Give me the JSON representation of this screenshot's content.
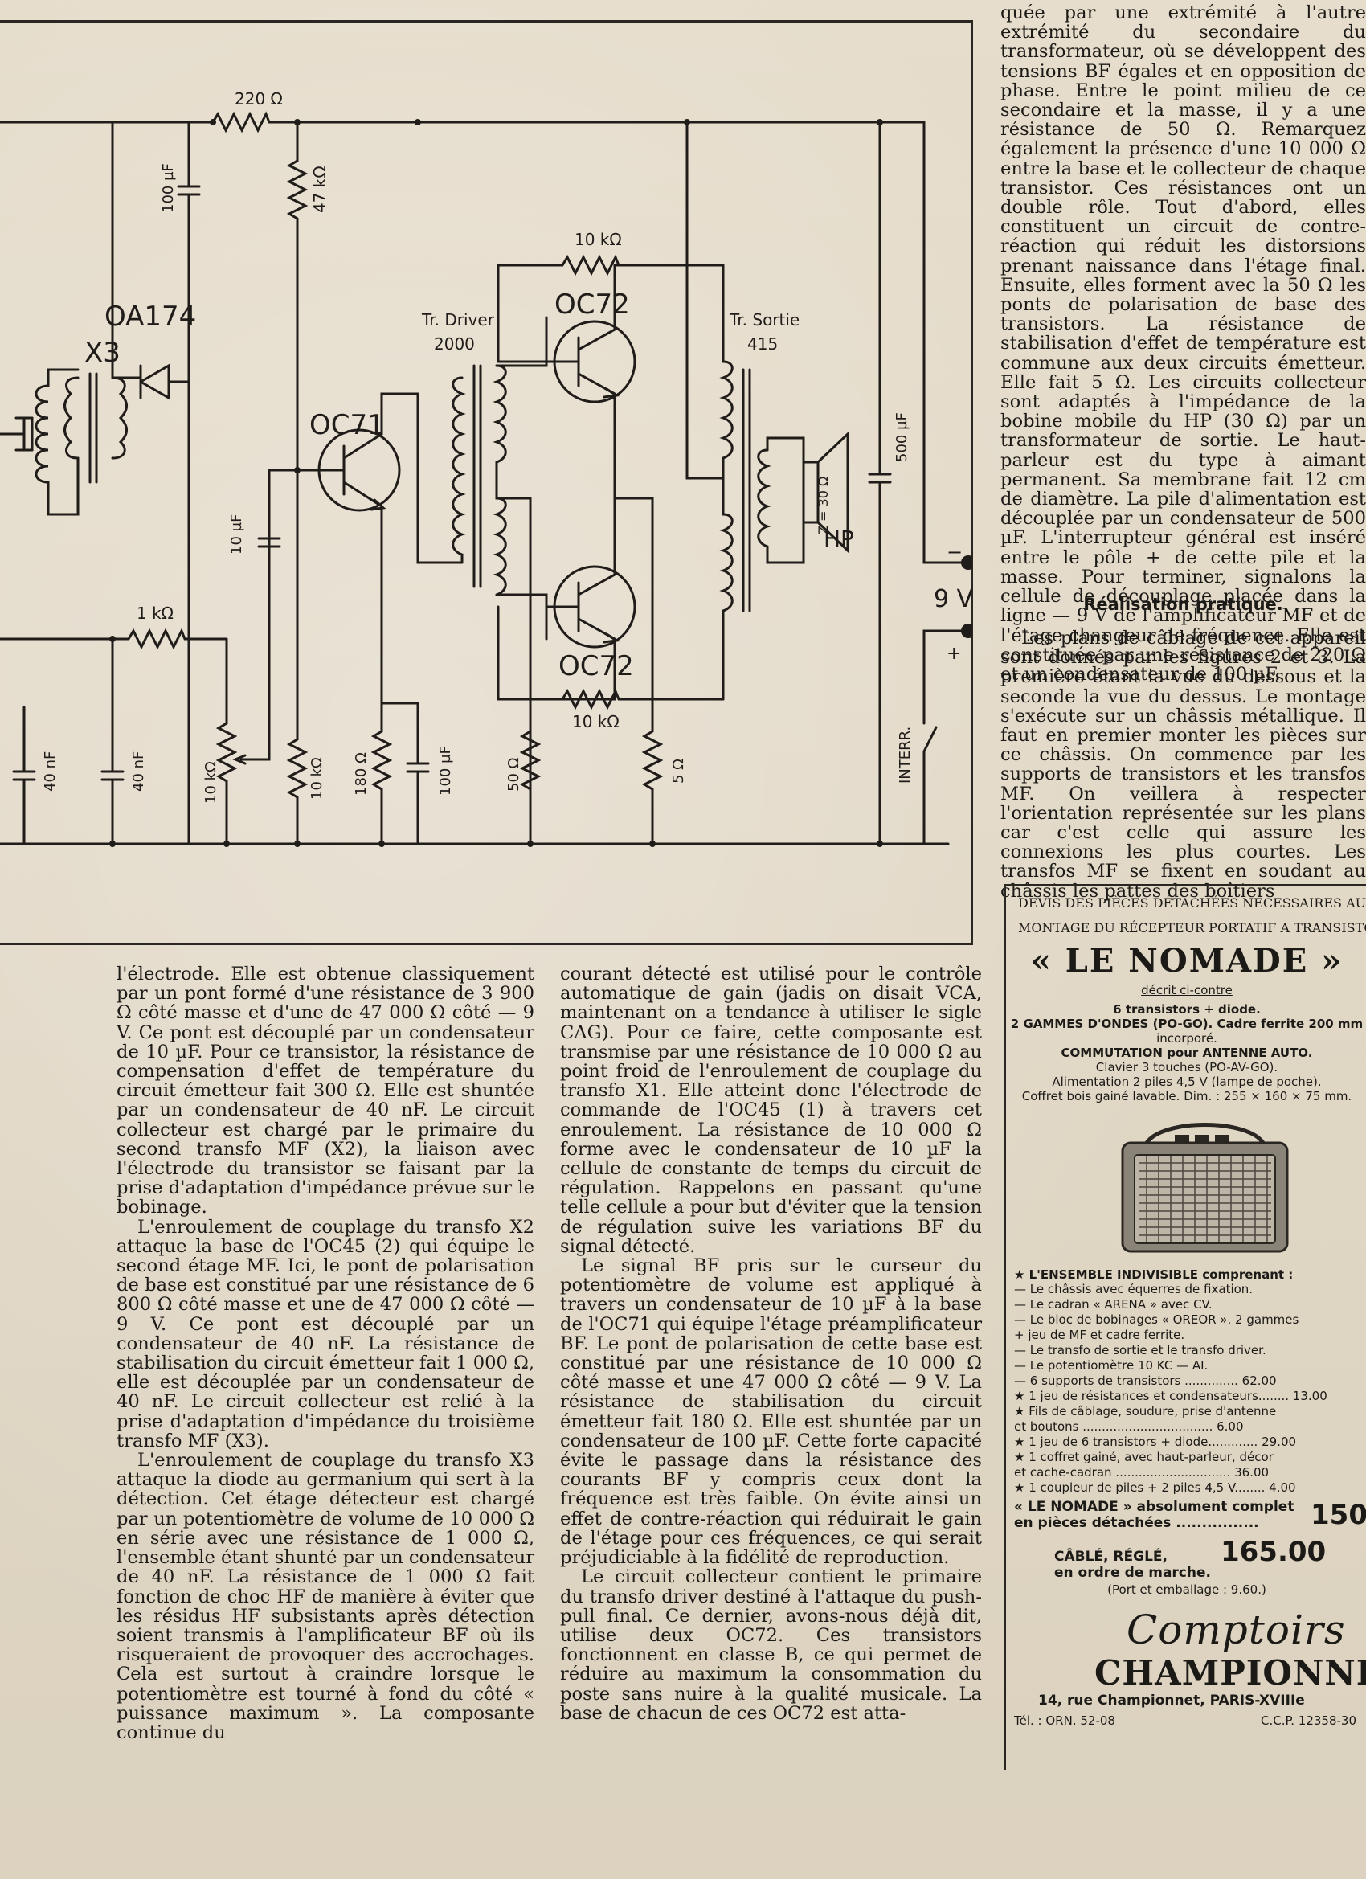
{
  "schematic": {
    "labels": {
      "r220": "220 Ω",
      "c100": "100 µF",
      "r47k": "47 kΩ",
      "diode": "OA174",
      "x3": "X3",
      "oc71": "OC71",
      "c10": "10 µF",
      "r1k": "1 kΩ",
      "c40a": "40 nF",
      "c40b": "40 nF",
      "pot": "10 kΩ",
      "r10k": "10 kΩ",
      "r180": "180 Ω",
      "c100b": "100 µF",
      "tr_driver": "Tr. Driver",
      "tr_driver_val": "2000",
      "r10k_top": "10 kΩ",
      "oc72_top": "OC72",
      "oc72_bot": "OC72",
      "r10k_bot": "10 kΩ",
      "r50": "50 Ω",
      "r5": "5 Ω",
      "tr_sortie": "Tr. Sortie",
      "tr_sortie_val": "415",
      "z": "Z = 30 Ω",
      "hp": "HP",
      "c500": "500 µF",
      "v9": "9 V",
      "minus": "−",
      "plus": "+",
      "interr": "INTERR."
    }
  },
  "article": {
    "right_col": "quée par une extrémité à l'autre extrémité du secondaire du transformateur, où se développent des tensions BF égales et en opposition de phase. Entre le point milieu de ce secondaire et la masse, il y a une résistance de 50 Ω. Remarquez également la présence d'une 10 000 Ω entre la base et le collecteur de chaque transistor. Ces résistances ont un double rôle. Tout d'abord, elles constituent un circuit de contre-réaction qui réduit les distorsions prenant naissance dans l'étage final. Ensuite, elles forment avec la 50 Ω les ponts de polarisation de base des transistors. La résistance de stabilisation d'effet de température est commune aux deux circuits émetteur. Elle fait 5 Ω. Les circuits collecteur sont adaptés à l'impédance de la bobine mobile du HP (30 Ω) par un transformateur de sortie. Le haut-parleur est du type à aimant permanent. Sa membrane fait 12 cm de diamètre. La pile d'alimentation est découplée par un condensateur de 500 µF. L'interrupteur général est inséré entre le pôle + de cette pile et la masse. Pour terminer, signalons la cellule de découplage placée dans la ligne — 9 V de l'amplificateur MF et de l'étage changeur de fréquence. Elle est constituée par une résistance de 220 Ω et un condensateur de 100 µF.",
    "section_title": "Réalisation pratique.",
    "right_col_2": "Les plans de câblage de cet appareil sont donnés par les figures 2 et 3. La première étant la vue du dessous et la seconde la vue du dessus. Le montage s'exécute sur un châssis métallique. Il faut en premier monter les pièces sur ce châssis. On commence par les supports de transistors et les transfos MF. On veillera à respecter l'orientation représentée sur les plans car c'est celle qui assure les connexions les plus courtes. Les transfos MF se fixent en soudant au châssis les pattes des boîtiers",
    "col_a": [
      "l'électrode. Elle est obtenue classiquement par un pont formé d'une résistance de 3 900 Ω côté masse et d'une de 47 000 Ω côté — 9 V. Ce pont est découplé par un condensateur de 10 µF. Pour ce transistor, la résistance de compensation d'effet de température du circuit émetteur fait 300 Ω. Elle est shuntée par un condensateur de 40 nF. Le circuit collecteur est chargé par le primaire du second transfo MF (X2), la liaison avec l'électrode du transistor se faisant par la prise d'adaptation d'impédance prévue sur le bobinage.",
      "L'enroulement de couplage du transfo X2 attaque la base de l'OC45 (2) qui équipe le second étage MF. Ici, le pont de polarisation de base est constitué par une résistance de 6 800 Ω côté masse et une de 47 000 Ω côté — 9 V. Ce pont est découplé par un condensateur de 40 nF. La résistance de stabilisation du circuit émetteur fait 1 000 Ω, elle est découplée par un condensateur de 40 nF. Le circuit collecteur est relié à la prise d'adaptation d'impédance du troisième transfo MF (X3).",
      "L'enroulement de couplage du transfo X3 attaque la diode au germanium qui sert à la détection. Cet étage détecteur est chargé par un potentiomètre de volume de 10 000 Ω en série avec une résistance de 1 000 Ω, l'ensemble étant shunté par un condensateur de 40 nF. La résistance de 1 000 Ω fait fonction de choc HF de manière à éviter que les résidus HF subsistants après détection soient transmis à l'amplificateur BF où ils risqueraient de provoquer des accrochages. Cela est surtout à craindre lorsque le potentiomètre est tourné à fond du côté « puissance maximum ». La composante continue du"
    ],
    "col_b": [
      "courant détecté est utilisé pour le contrôle automatique de gain (jadis on disait VCA, maintenant on a tendance à utiliser le sigle CAG). Pour ce faire, cette composante est transmise par une résistance de 10 000 Ω au point froid de l'enroulement de couplage du transfo X1. Elle atteint donc l'électrode de commande de l'OC45 (1) à travers cet enroulement. La résistance de 10 000 Ω forme avec le condensateur de 10 µF la cellule de constante de temps du circuit de régulation. Rappelons en passant qu'une telle cellule a pour but d'éviter que la tension de régulation suive les variations BF du signal détecté.",
      "Le signal BF pris sur le curseur du potentiomètre de volume est appliqué à travers un condensateur de 10 µF à la base de l'OC71 qui équipe l'étage préamplificateur BF. Le pont de polarisation de cette base est constitué par une résistance de 10 000 Ω côté masse et une 47 000 Ω côté — 9 V. La résistance de stabilisation du circuit émetteur fait 180 Ω. Elle est shuntée par un condensateur de 100 µF. Cette forte capacité évite le passage dans la résistance des courants BF y compris ceux dont la fréquence est très faible. On évite ainsi un effet de contre-réaction qui réduirait le gain de l'étage pour ces fréquences, ce qui serait préjudiciable à la fidélité de reproduction.",
      "Le circuit collecteur contient le primaire du transfo driver destiné à l'attaque du push-pull final. Ce dernier, avons-nous déjà dit, utilise deux OC72. Ces transistors fonctionnent en classe B, ce qui permet de réduire au maximum la consommation du poste sans nuire à la qualité musicale. La base de chacun de ces OC72 est atta-"
    ]
  },
  "ad": {
    "header1": "DEVIS DES PIÈCES DÉTACHÉES NÉCESSAIRES AU",
    "header2": "MONTAGE DU RÉCEPTEUR PORTATIF A TRANSISTORS",
    "name": "« LE NOMADE »",
    "decrit": "décrit ci-contre",
    "line1": "6 transistors + diode.",
    "line2": "2 GAMMES D'ONDES (PO-GO). Cadre ferrite 200 mm",
    "line3": "incorporé.",
    "line4": "COMMUTATION pour ANTENNE AUTO.",
    "line5": "Clavier 3 touches (PO-AV-GO).",
    "line6": "Alimentation 2 piles 4,5 V (lampe de poche).",
    "line7": "Coffret bois gainé lavable. Dim. : 255 × 160 × 75 mm.",
    "ensemble": "★ L'ENSEMBLE INDIVISIBLE comprenant :",
    "items": [
      "— Le châssis avec équerres de fixation.",
      "— Le cadran « ARENA » avec CV.",
      "— Le bloc de bobinages « OREOR ». 2 gammes",
      "   + jeu de MF et cadre ferrite.",
      "— Le transfo de sortie et le transfo driver.",
      "— Le potentiomètre 10 KC — AI.",
      "— 6 supports de transistors .............. 62.00",
      "★ 1 jeu de résistances et condensateurs........ 13.00",
      "★ Fils de câblage, soudure, prise d'antenne",
      "   et boutons .................................. 6.00",
      "★ 1 jeu de 6 transistors + diode............. 29.00",
      "★ 1 coffret gainé, avec haut-parleur, décor",
      "   et cache-cadran .............................. 36.00",
      "★ 1 coupleur de piles + 2 piles 4,5 V........ 4.00"
    ],
    "complet1": "« LE NOMADE » absolument complet",
    "complet2": "en pièces détachées ................",
    "complet_price": "150",
    "cable1": "CÂBLÉ, RÉGLÉ,",
    "cable2": "en ordre de marche.",
    "cable_price": "165.00",
    "port": "(Port et emballage : 9.60.)",
    "logo": "Comptoirs",
    "champ": "CHAMPIONNET",
    "addr": "14, rue Championnet, PARIS-XVIIIe",
    "tel": "Tél. : ORN. 52-08",
    "ccp": "C.C.P. 12358-30"
  }
}
